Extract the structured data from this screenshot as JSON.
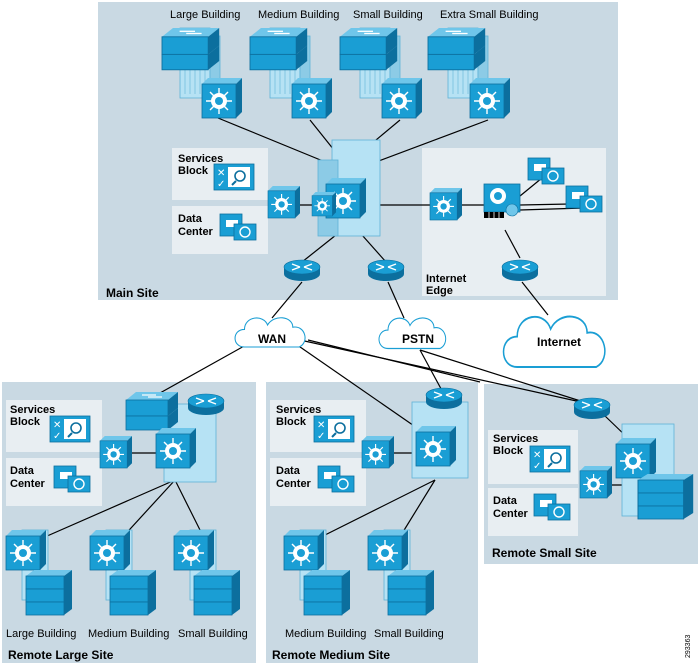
{
  "colors": {
    "site_bg": "#c9d9e3",
    "block_bg": "#e8eef2",
    "device": "#1a9ed4",
    "device_dark": "#0c6f9e",
    "building": "#b6e2f4",
    "line": "#000000"
  },
  "main_site": {
    "label": "Main Site",
    "buildings": [
      "Large Building",
      "Medium Building",
      "Small Building",
      "Extra Small Building"
    ],
    "services_block": [
      "Services",
      "Block"
    ],
    "data_center": [
      "Data",
      "Center"
    ],
    "internet_edge": [
      "Internet",
      "Edge"
    ]
  },
  "clouds": {
    "wan": "WAN",
    "pstn": "PSTN",
    "internet": "Internet"
  },
  "remote_large": {
    "label": "Remote Large Site",
    "services_block": [
      "Services",
      "Block"
    ],
    "data_center": [
      "Data",
      "Center"
    ],
    "buildings": [
      "Large Building",
      "Medium Building",
      "Small Building"
    ]
  },
  "remote_medium": {
    "label": "Remote Medium Site",
    "services_block": [
      "Services",
      "Block"
    ],
    "data_center": [
      "Data",
      "Center"
    ],
    "buildings": [
      "Medium Building",
      "Small Building"
    ]
  },
  "remote_small": {
    "label": "Remote Small Site",
    "services_block": [
      "Services",
      "Block"
    ],
    "data_center": [
      "Data",
      "Center"
    ]
  },
  "figure_id": "293363"
}
